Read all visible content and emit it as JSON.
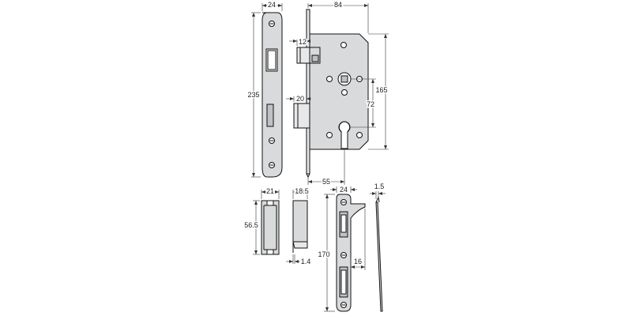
{
  "colors": {
    "background": "#ffffff",
    "part_fill": "#d9dadc",
    "line": "#111111"
  },
  "dimensions": {
    "forend_width": "24",
    "forend_height": "235",
    "case_width": "84",
    "deadlatch_offset": "12",
    "bolt_offset": "20",
    "case_height": "165",
    "centres": "72",
    "backset": "55",
    "box_width": "21",
    "box_depth": "18.5",
    "box_height": "56.5",
    "box_lip": "1.4",
    "strike_width": "24",
    "strike_thickness": "1.5",
    "strike_height": "170",
    "strike_lip": "16"
  }
}
